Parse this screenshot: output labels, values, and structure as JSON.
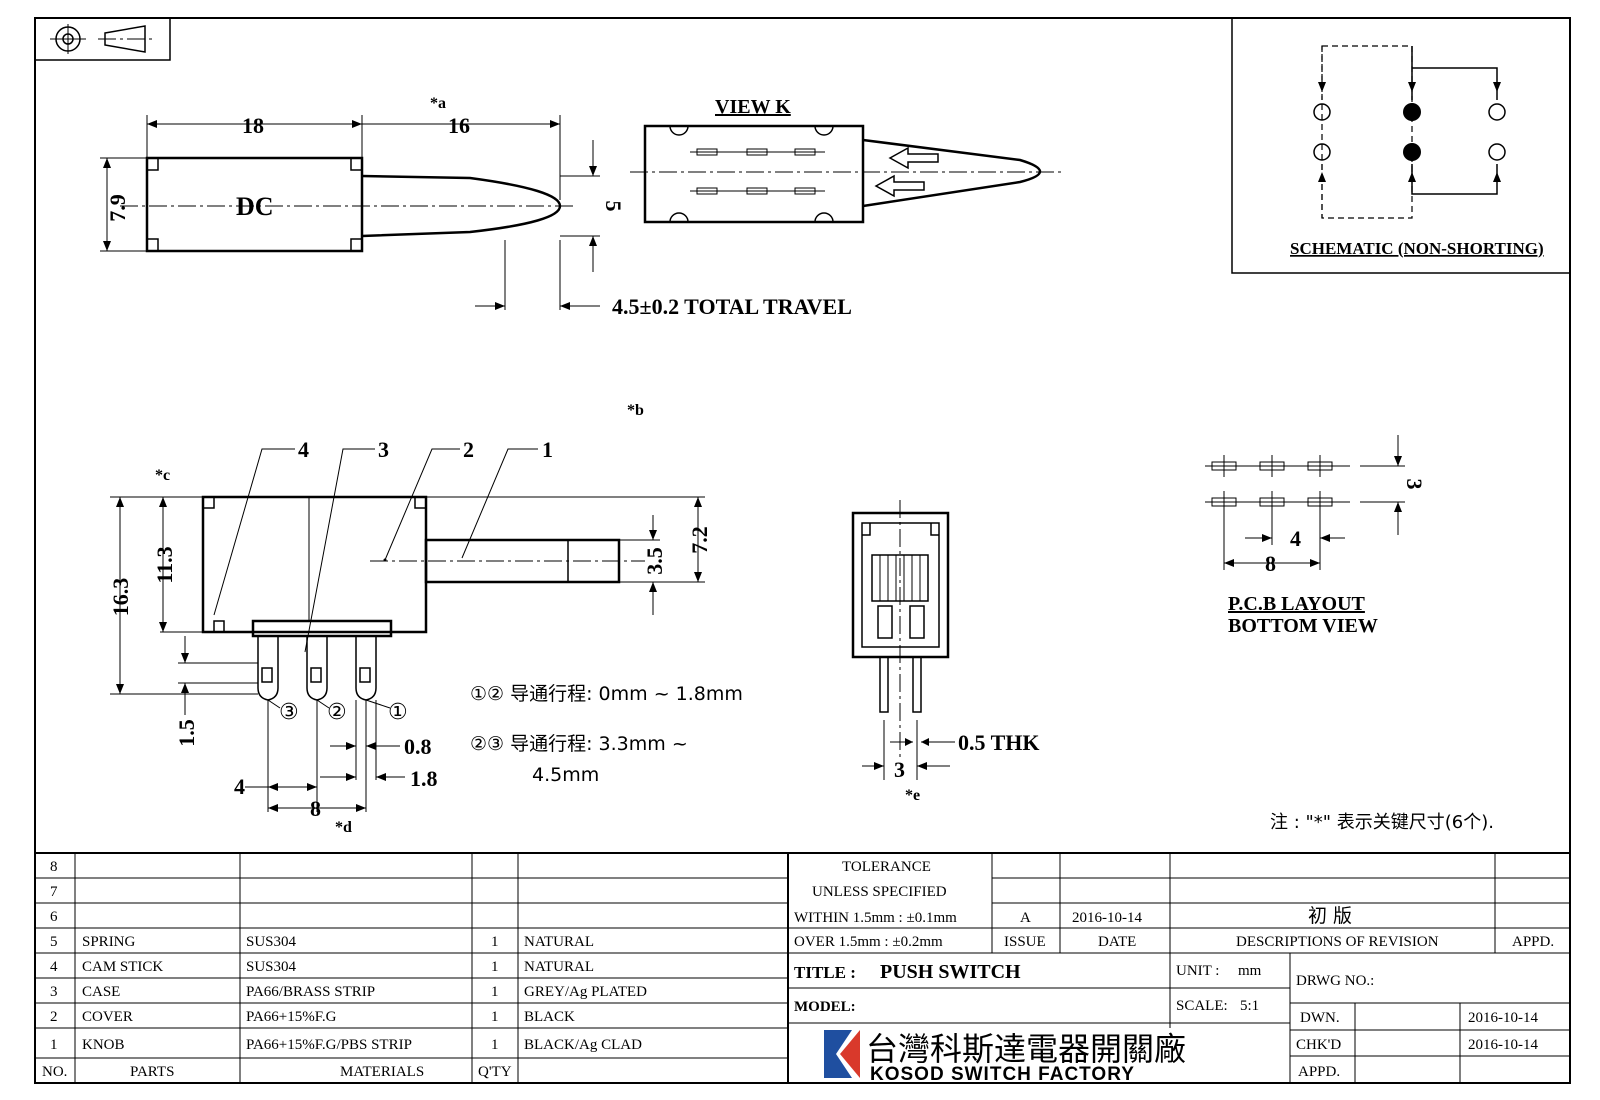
{
  "drawing": {
    "dc_mark": "DC",
    "dims": {
      "body_len": "18",
      "knob_len": "16",
      "height": "7.9",
      "knob_h": "5",
      "travel": "4.5±0.2 TOTAL TRAVEL",
      "side_16_3": "16.3",
      "side_11_3": "11.3",
      "side_1_5": "1.5",
      "side_3_5": "3.5",
      "side_7_2": "7.2",
      "pin_4": "4",
      "pin_8": "8",
      "pin_0_8": "0.8",
      "pin_1_8": "1.8",
      "end_3": "3",
      "end_thk": "0.5 THK",
      "pcb_3": "3",
      "pcb_4": "4",
      "pcb_8": "8"
    },
    "key_marks": {
      "a": "*a",
      "b": "*b",
      "c": "*c",
      "d": "*d",
      "e": "*e"
    },
    "balloons": [
      "1",
      "2",
      "3",
      "4"
    ],
    "pin_circles": [
      "③",
      "②",
      "①"
    ],
    "view_k": "VIEW K",
    "schematic_title": "SCHEMATIC (NON-SHORTING)",
    "pcb_title": "P.C.B LAYOUT",
    "pcb_subtitle": "BOTTOM VIEW",
    "note1": "①② 导通行程: 0mm ~ 1.8mm",
    "note2a": "②③ 导通行程: 3.3mm ~",
    "note2b": "4.5mm",
    "key_note": "注 : \"*\"  表示关键尺寸(6个)."
  },
  "bom": {
    "headers": {
      "no": "NO.",
      "parts": "PARTS",
      "materials": "MATERIALS",
      "qty": "Q'TY"
    },
    "row_numbers": [
      "8",
      "7",
      "6"
    ],
    "rows": [
      {
        "no": "5",
        "part": "SPRING",
        "material": "SUS304",
        "qty": "1",
        "finish": "NATURAL"
      },
      {
        "no": "4",
        "part": "CAM STICK",
        "material": "SUS304",
        "qty": "1",
        "finish": "NATURAL"
      },
      {
        "no": "3",
        "part": "CASE",
        "material": "PA66/BRASS STRIP",
        "qty": "1",
        "finish": "GREY/Ag PLATED"
      },
      {
        "no": "2",
        "part": "COVER",
        "material": "PA66+15%F.G",
        "qty": "1",
        "finish": "BLACK"
      },
      {
        "no": "1",
        "part": "KNOB",
        "material": "PA66+15%F.G/PBS STRIP",
        "qty": "1",
        "finish": "BLACK/Ag CLAD"
      }
    ]
  },
  "title_block": {
    "tolerance": "TOLERANCE",
    "unless": "UNLESS  SPECIFIED",
    "within": "WITHIN 1.5mm : ±0.1mm",
    "over": "OVER 1.5mm : ±0.2mm",
    "issue_val": "A",
    "date_val": "2016-10-14",
    "revision_val": "初 版",
    "issue_hdr": "ISSUE",
    "date_hdr": "DATE",
    "desc_hdr": "DESCRIPTIONS OF REVISION",
    "appd_hdr": "APPD.",
    "title_label": "TITLE :",
    "title_value": "PUSH SWITCH",
    "unit_label": "UNIT :",
    "unit_value": "mm",
    "model_label": "MODEL:",
    "scale_label": "SCALE:",
    "scale_value": "5:1",
    "drwg_label": "DRWG NO.:",
    "dwn_label": "DWN.",
    "dwn_date": "2016-10-14",
    "chkd_label": "CHK'D",
    "chkd_date": "2016-10-14",
    "appd_label": "APPD.",
    "company_cn": "台灣科斯達電器開關廠",
    "company_en": "KOSOD SWITCH FACTORY"
  }
}
